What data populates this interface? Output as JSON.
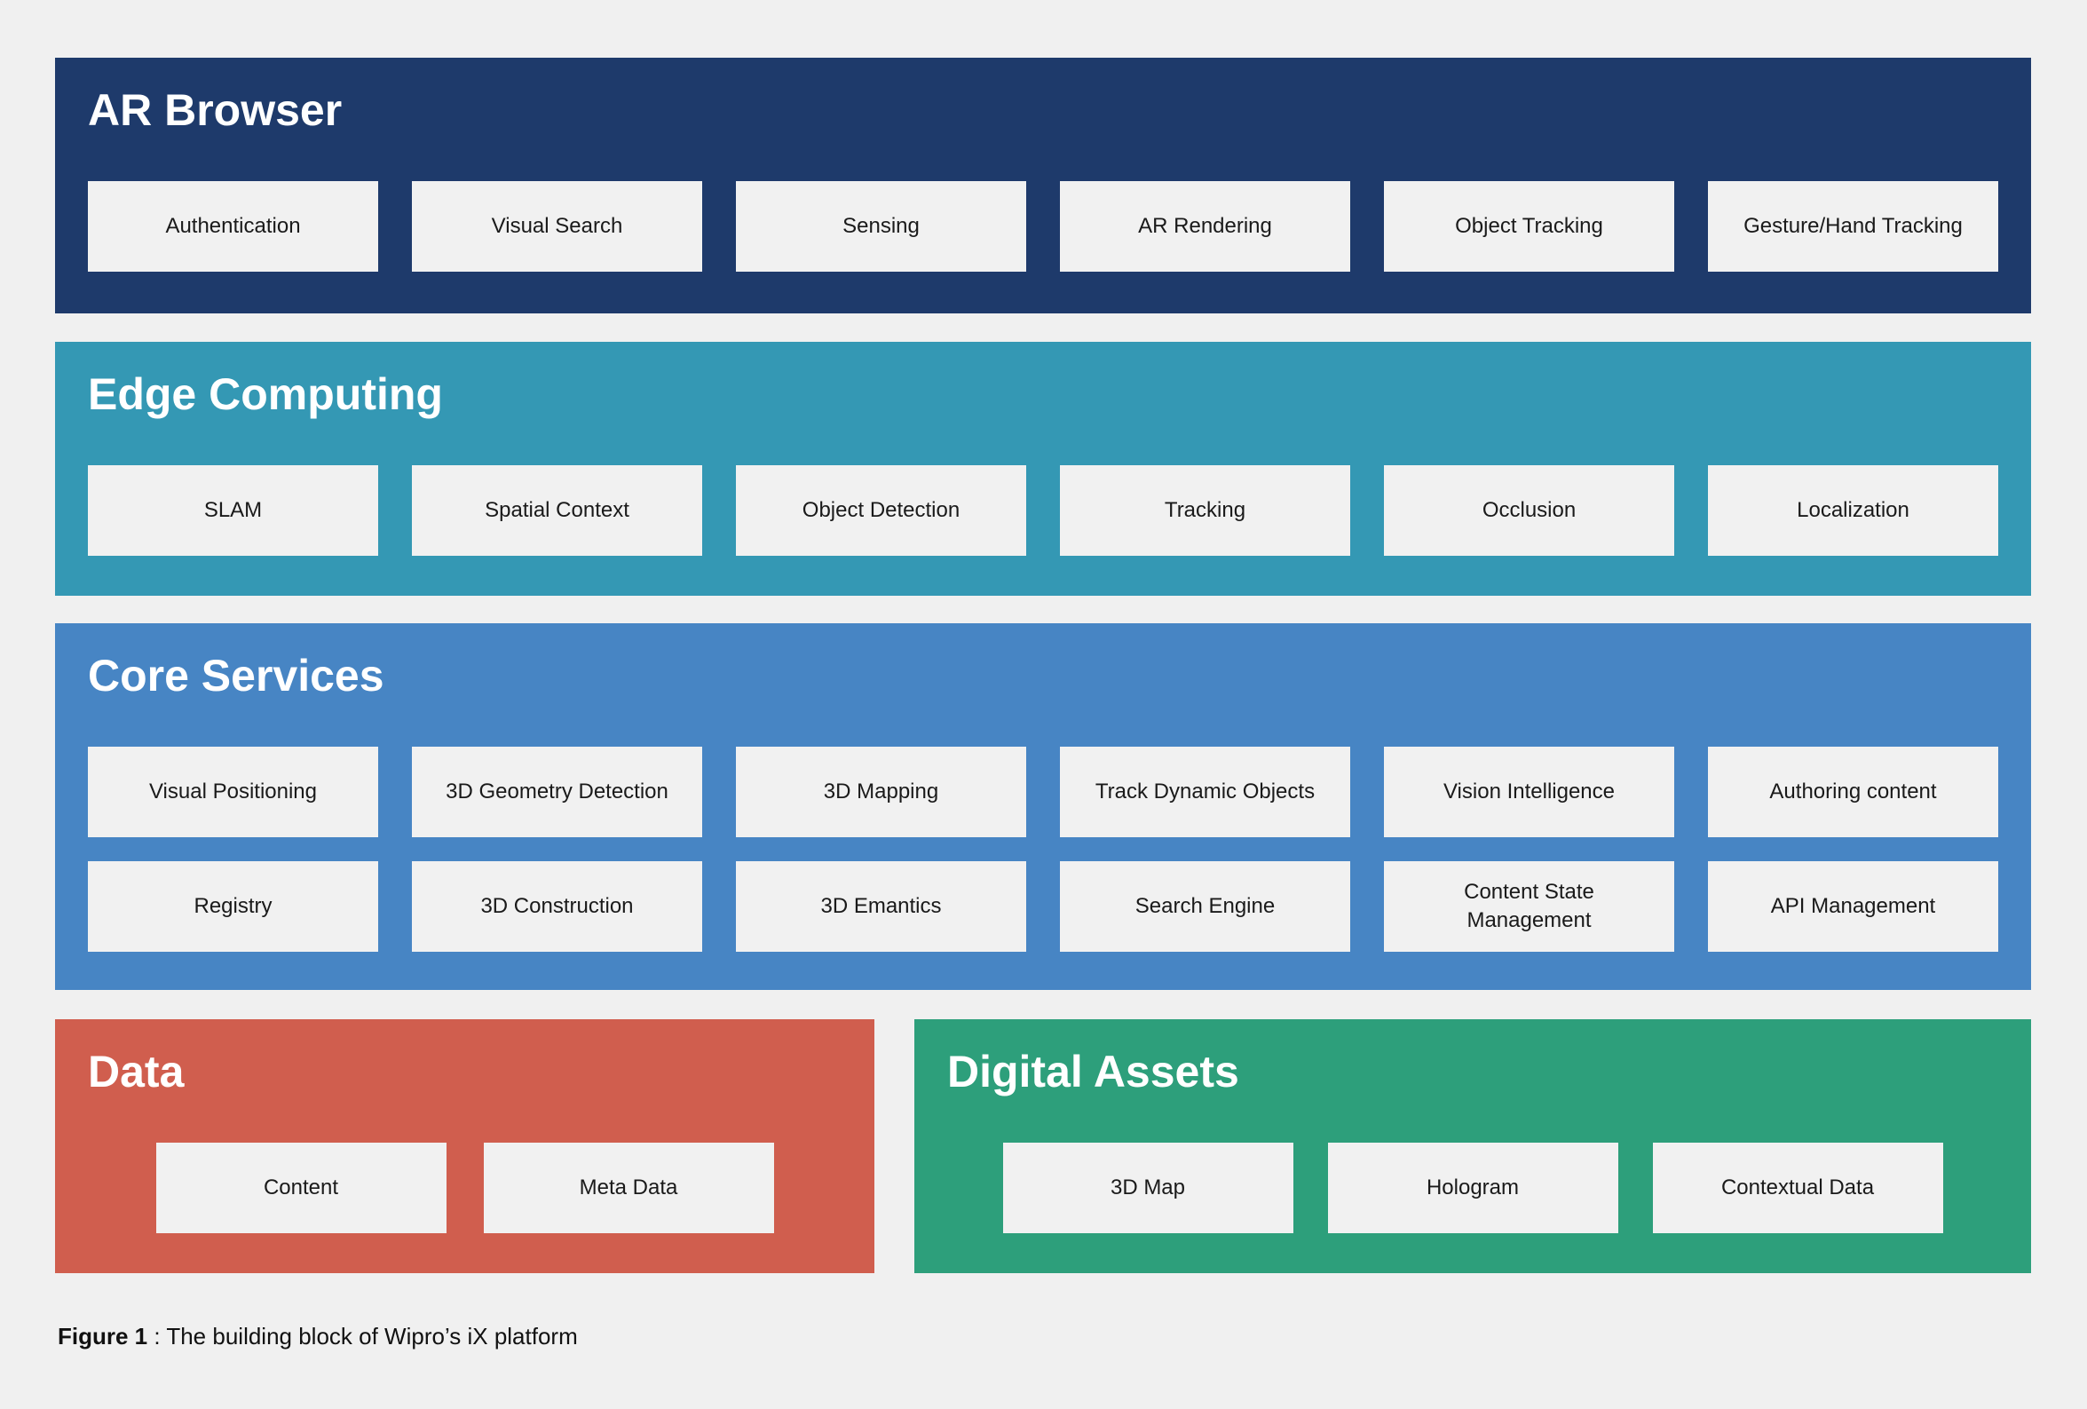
{
  "colors": {
    "background": "#F0F0F0",
    "box_fill": "#F1F1F1",
    "box_text": "#1A1A1A",
    "header_text": "#FFFFFF"
  },
  "bands": {
    "ar_browser": {
      "title": "AR Browser",
      "color": "#1E3A6B",
      "items": [
        "Authentication",
        "Visual Search",
        "Sensing",
        "AR Rendering",
        "Object Tracking",
        "Gesture/Hand Tracking"
      ]
    },
    "edge_computing": {
      "title": "Edge Computing",
      "color": "#3498B4",
      "items": [
        "SLAM",
        "Spatial Context",
        "Object Detection",
        "Tracking",
        "Occlusion",
        "Localization"
      ]
    },
    "core_services": {
      "title": "Core Services",
      "color": "#4785C4",
      "row1": [
        "Visual Positioning",
        "3D Geometry Detection",
        "3D Mapping",
        "Track Dynamic Objects",
        "Vision Intelligence",
        "Authoring content"
      ],
      "row2": [
        "Registry",
        "3D Construction",
        "3D Emantics",
        "Search Engine",
        "Content State Management",
        "API Management"
      ]
    },
    "data": {
      "title": "Data",
      "color": "#D05E4E",
      "items": [
        "Content",
        "Meta Data"
      ]
    },
    "digital_assets": {
      "title": "Digital Assets",
      "color": "#2D9F7B",
      "items": [
        "3D Map",
        "Hologram",
        "Contextual Data"
      ]
    }
  },
  "caption": {
    "label": "Figure 1",
    "text": " : The building block of Wipro’s iX platform"
  }
}
